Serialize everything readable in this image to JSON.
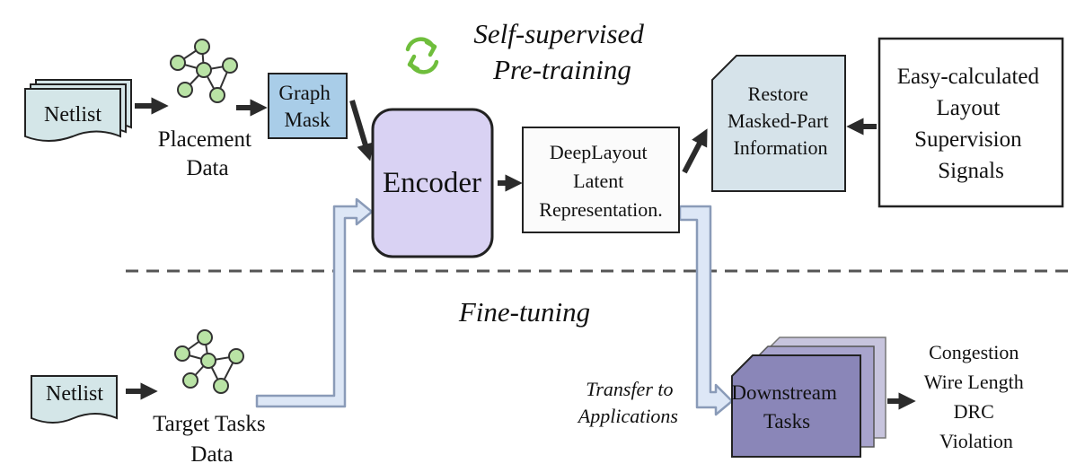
{
  "pretrain_title": [
    "Self-supervised",
    "Pre-training"
  ],
  "finetune_title": "Fine-tuning",
  "netlist_top": "Netlist",
  "netlist_bottom": "Netlist",
  "placement_data": [
    "Placement",
    "Data"
  ],
  "target_tasks_data": [
    "Target Tasks",
    "Data"
  ],
  "graph_mask": [
    "Graph",
    "Mask"
  ],
  "encoder": "Encoder",
  "latent": [
    "DeepLayout",
    "Latent",
    "Representation."
  ],
  "restore": [
    "Restore",
    "Masked-Part",
    "Information"
  ],
  "supervision": [
    "Easy-calculated",
    "Layout",
    "Supervision",
    "Signals"
  ],
  "transfer": [
    "Transfer to",
    "Applications"
  ],
  "downstream": [
    "Downstream",
    "Tasks"
  ],
  "tasks_list": [
    "Congestion",
    "Wire Length",
    "DRC",
    "Violation"
  ],
  "colors": {
    "netlist_fill": "#d4e6e8",
    "graph_node": "#b9e3a5",
    "mask_fill": "#a9cde8",
    "encoder_fill": "#d9d2f3",
    "restore_fill": "#d6e3ea",
    "downstream_fill": "#8a86b8",
    "refresh_icon": "#6fbe3c",
    "dark_arrow": "#2b2b2b",
    "hollow_arrow_fill": "#dde7f6",
    "hollow_arrow_stroke": "#8a9bb8"
  }
}
